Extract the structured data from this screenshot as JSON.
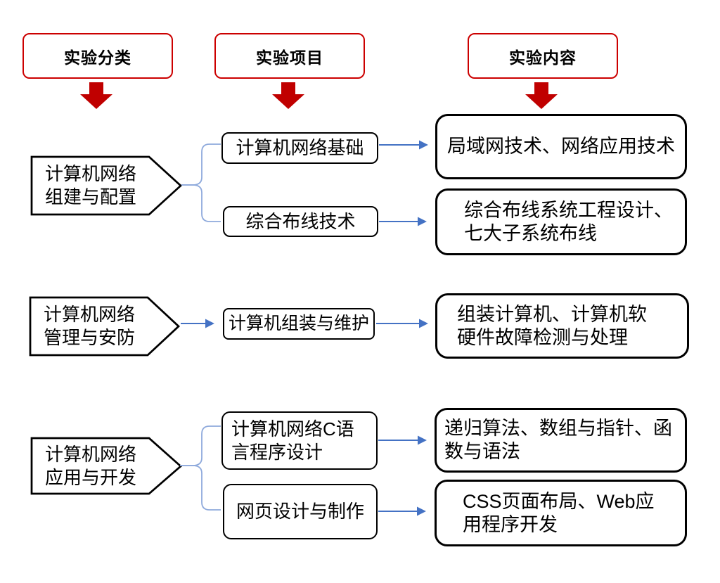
{
  "colors": {
    "header_border_red": "#CC0000",
    "arrow_red": "#C00000",
    "flow_blue": "#4472C4",
    "brace_blue": "#8FAADC",
    "shape_border_black": "#000000"
  },
  "headers": [
    {
      "label": "实验分类"
    },
    {
      "label": "实验项目"
    },
    {
      "label": "实验内容"
    }
  ],
  "rows": [
    {
      "category": "计算机网络\n组建与配置",
      "items": [
        {
          "project": "计算机网络基础",
          "content": "局域网技术、网络应用技术"
        },
        {
          "project": "综合布线技术",
          "content": "综合布线系统工程设计、\n七大子系统布线"
        }
      ]
    },
    {
      "category": "计算机网络\n管理与安防",
      "items": [
        {
          "project": "计算机组装与维护",
          "content": "组装计算机、计算机软\n硬件故障检测与处理"
        }
      ]
    },
    {
      "category": "计算机网络\n应用与开发",
      "items": [
        {
          "project": "计算机网络C语\n言程序设计",
          "content": "递归算法、数组与指针、函\n数与语法"
        },
        {
          "project": "网页设计与制作",
          "content": "CSS页面布局、Web应\n用程序开发"
        }
      ]
    }
  ]
}
